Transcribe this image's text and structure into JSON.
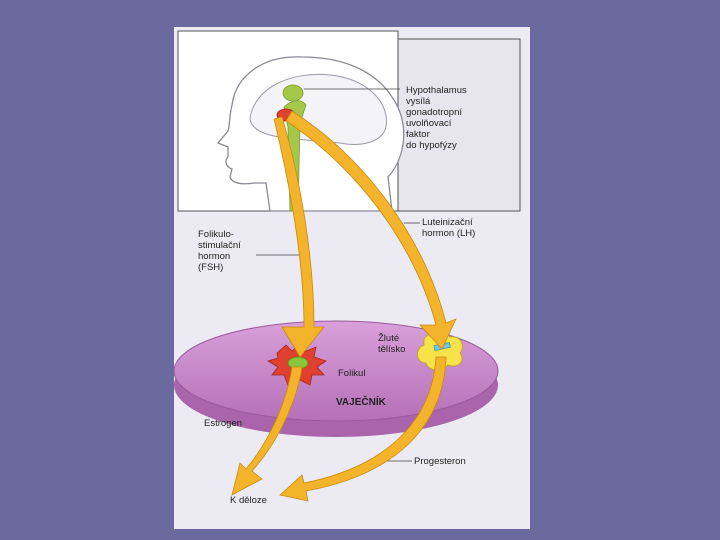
{
  "colors": {
    "slide_background": "#6b6a9e",
    "figure_background": "#ecebf3",
    "arrow_fill": "#f3b32a",
    "ovary_fill": "#cf8fcf",
    "follicle_red": "#e04030",
    "follicle_green": "#8ac63a",
    "corpus_luteum": "#f7e24a",
    "pituitary_green": "#a5c84a"
  },
  "labels": {
    "hypothalamus": "Hypothalamus\nvysílá\ngonadotropní\nuvolňovací\nfaktor\ndo hypofýzy",
    "lh": "Luteinizační\nhormon (LH)",
    "fsh": "Folikulo-\nstimulační\nhormon\n(FSH)",
    "corpus_luteum": "Žluté\ntělísko",
    "follicle": "Folikul",
    "ovary": "VAJEČNÍK",
    "estrogen": "Estrogen",
    "progesterone": "Progesteron",
    "uterus": "K děloze"
  }
}
